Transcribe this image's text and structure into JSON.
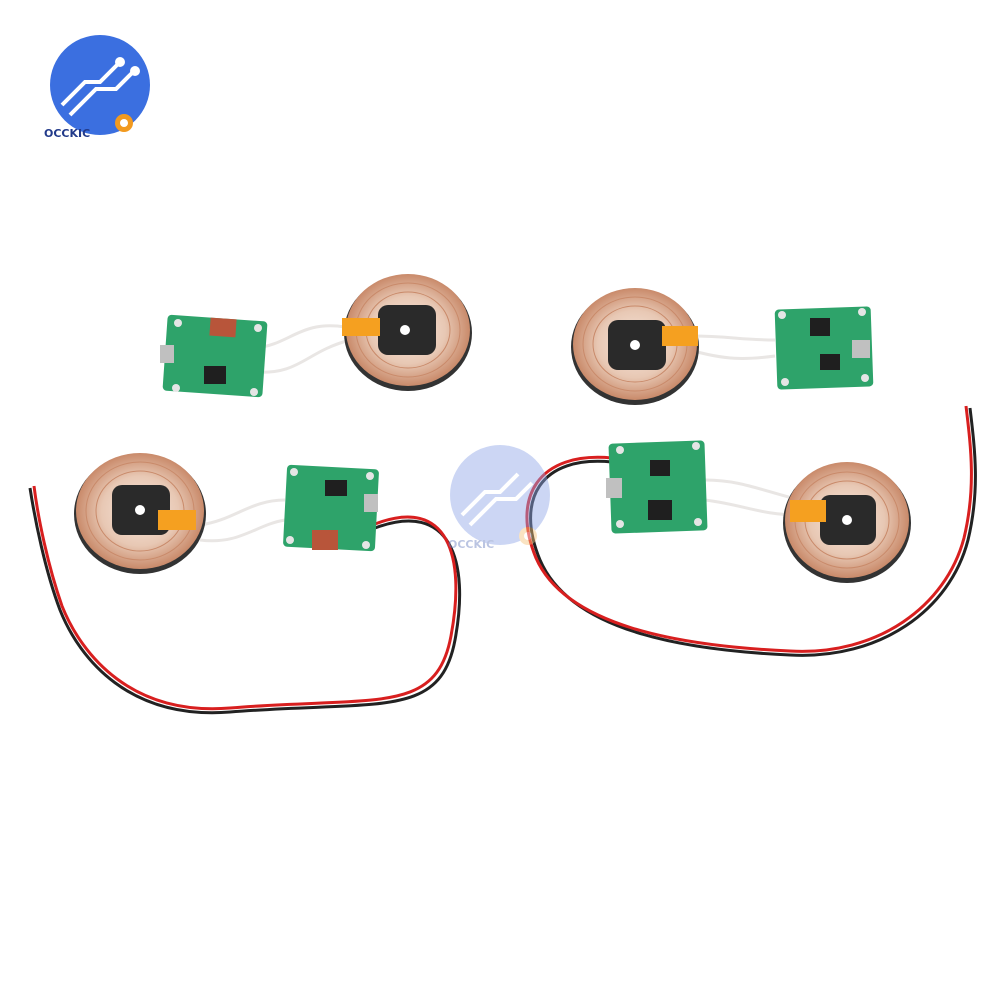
{
  "brand": {
    "logo_text": "OCCKIC",
    "watermark_text": "OCCKIC"
  },
  "colors": {
    "background": "#ffffff",
    "logo_blue": "#3b6fe0",
    "logo_orange": "#f29a1f",
    "pcb_green": "#2ea36a",
    "coil_copper": "#c98a6a",
    "tape_orange": "#f5a020",
    "wire_red": "#d81f1f",
    "wire_black": "#222222"
  },
  "icons": {
    "logo": "circuit-gear-logo",
    "watermark": "circuit-gear-watermark"
  }
}
